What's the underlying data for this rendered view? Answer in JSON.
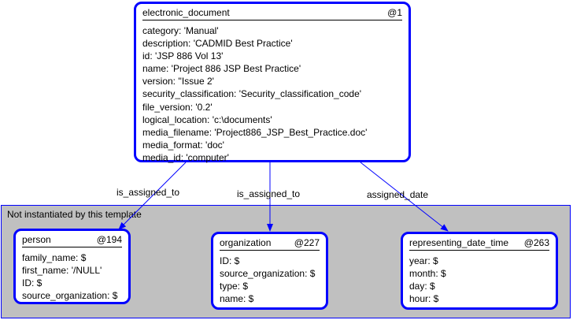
{
  "region": {
    "label": "Not instantiated by this template"
  },
  "nodes": {
    "electronic_document": {
      "title": "electronic_document",
      "tag": "@1",
      "attributes": [
        "category: 'Manual'",
        "description: 'CADMID Best Practice'",
        "id: 'JSP 886 Vol 13'",
        "name: 'Project 886 JSP Best Practice'",
        "version: ''Issue 2'",
        "security_classification: 'Security_classification_code'",
        "file_version: '0.2'",
        "logical_location: 'c:\\documents'",
        "media_filename: 'Project886_JSP_Best_Practice.doc'",
        "media_format: 'doc'",
        "media_id: 'computer'"
      ]
    },
    "person": {
      "title": "person",
      "tag": "@194",
      "attributes": [
        "family_name: $",
        "first_name: '/NULL'",
        "ID: $",
        "source_organization: $"
      ]
    },
    "organization": {
      "title": "organization",
      "tag": "@227",
      "attributes": [
        "ID: $",
        "source_organization: $",
        "type: $",
        "name: $"
      ]
    },
    "representing_date_time": {
      "title": "representing_date_time",
      "tag": "@263",
      "attributes": [
        "year: $",
        "month: $",
        "day: $",
        "hour: $"
      ]
    }
  },
  "edges": {
    "to_person": "is_assigned_to",
    "to_organization": "is_assigned_to",
    "to_date_time": "assigned_date"
  },
  "colors": {
    "node_border": "#0000ff",
    "region_fill": "#c0c0c0",
    "edge": "#0000ff"
  }
}
